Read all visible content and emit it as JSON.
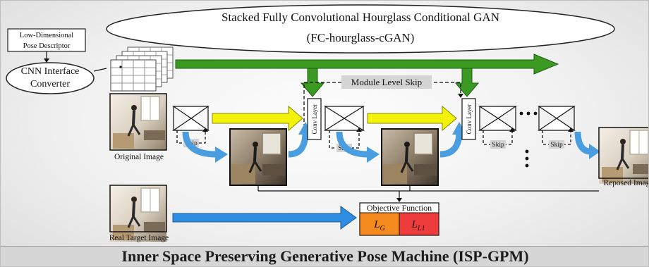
{
  "cgan": {
    "title": "Stacked Fully Convolutional Hourglass Conditional GAN",
    "subtitle": "(FC-hourglass-cGAN)"
  },
  "descriptor": {
    "line1": "Low-Dimensional",
    "line2": "Pose Descriptor"
  },
  "converter": {
    "line1": "CNN Interface",
    "line2": "Converter"
  },
  "module_skip": "Module Level Skip",
  "conv_layer": "Conv Layer",
  "skip": "Skip",
  "images": {
    "original": "Original Image",
    "reposed": "Reposed Image",
    "real_target": "Real Target Image"
  },
  "objective": {
    "title": "Objective Function",
    "loss_g": "L",
    "loss_g_sub": "G",
    "loss_l1": "L",
    "loss_l1_sub": "L1"
  },
  "footer": "Inner Space Preserving Generative Pose Machine (ISP-GPM)",
  "colors": {
    "green_arrow": "#3a9a22",
    "yellow_arrow": "#f2f20a",
    "blue_arrow": "#2e8de0",
    "curved_arrow": "#4a9ee0",
    "loss_g_box": "#f58a1f",
    "loss_l1_box": "#ee3b3b"
  }
}
